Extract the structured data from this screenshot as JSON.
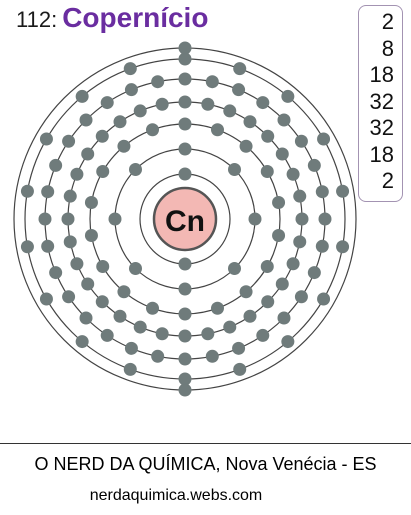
{
  "element": {
    "atomic_number_label": "112:",
    "name": "Copernício",
    "symbol": "Cn"
  },
  "electron_shells": [
    2,
    8,
    18,
    32,
    32,
    18,
    2
  ],
  "shell_labels": [
    "2",
    "8",
    "18",
    "32",
    "32",
    "18",
    "2"
  ],
  "footer": {
    "credit": "O NERD DA QUÍMICA, Nova Venécia - ES",
    "website": "nerdaquimica.webs.com"
  },
  "colors": {
    "title_accent": "#6a2da0",
    "nucleus_fill": "#f3b8b4",
    "nucleus_stroke": "#555555",
    "orbit_stroke": "#444444",
    "electron_fill": "#6f7b7b",
    "shell_box_border": "#a393b2"
  }
}
